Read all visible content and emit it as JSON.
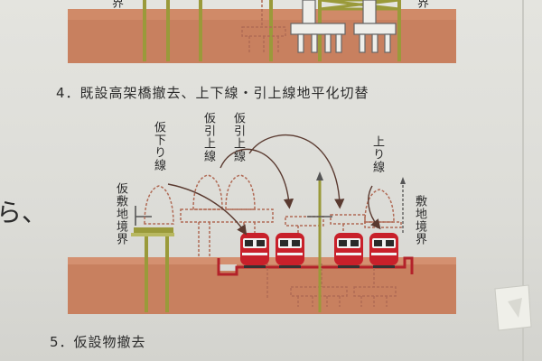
{
  "colors": {
    "ground": "#c8805f",
    "ground_dark": "#b86a4c",
    "pile": "#9a9a3a",
    "train_red": "#c8202a",
    "pit_red": "#b3222a",
    "dashed": "#b06a55",
    "arrow": "#5a3a30"
  },
  "captions": {
    "step4": "4．既設高架橋撤去、上下線・引上線地平化切替",
    "step5": "5．仮設物撤去"
  },
  "side_text": "ら、",
  "labels": {
    "kari_kudari": "仮下り線",
    "kari_hikiage_1": "仮引上線",
    "kari_hikiage_2": "仮引上線",
    "nobori": "上り線",
    "kari_shikichi_kyokai": "仮敷地境界",
    "shikichi_kyokai": "敷地境界",
    "top_cut_label_left": "界",
    "top_cut_label_right": "界"
  },
  "icons": {
    "train": "train-front-icon",
    "arrow": "curved-arrow-icon",
    "pole": "catenary-pole-icon",
    "tape": "tape-piece-icon"
  }
}
